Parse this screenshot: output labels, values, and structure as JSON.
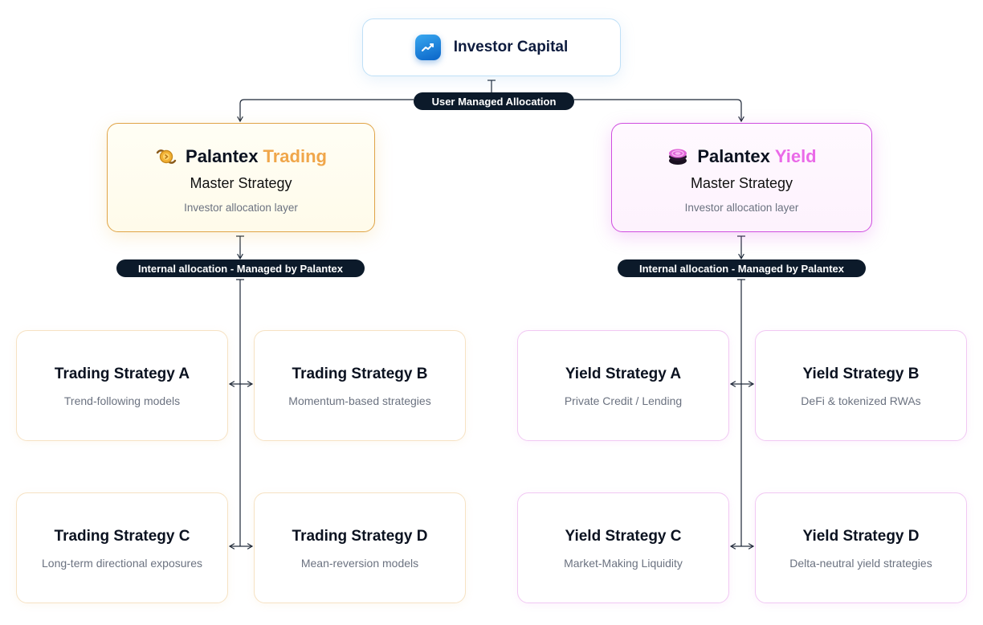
{
  "investor": {
    "title": "Investor Capital",
    "icon": "trend-chart-icon"
  },
  "user_allocation_label": "User Managed Allocation",
  "trading": {
    "brand": "Palantex",
    "accent": "Trading",
    "subtitle": "Master Strategy",
    "description": "Investor allocation layer",
    "internal_label": "Internal allocation - Managed by Palantex",
    "accent_color": "#f0a64a",
    "border_color": "#e0a447",
    "strategies": [
      {
        "title": "Trading Strategy A",
        "desc": "Trend-following models"
      },
      {
        "title": "Trading Strategy B",
        "desc": "Momentum-based strategies"
      },
      {
        "title": "Trading Strategy C",
        "desc": "Long-term directional exposures"
      },
      {
        "title": "Trading Strategy D",
        "desc": "Mean-reversion models"
      }
    ]
  },
  "yield": {
    "brand": "Palantex",
    "accent": "Yield",
    "subtitle": "Master Strategy",
    "description": "Investor allocation layer",
    "internal_label": "Internal allocation - Managed by Palantex",
    "accent_color": "#ea6ae8",
    "border_color": "#d04ee0",
    "strategies": [
      {
        "title": "Yield Strategy A",
        "desc": "Private Credit / Lending"
      },
      {
        "title": "Yield Strategy B",
        "desc": "DeFi & tokenized RWAs"
      },
      {
        "title": "Yield Strategy C",
        "desc": "Market-Making Liquidity"
      },
      {
        "title": "Yield Strategy D",
        "desc": "Delta-neutral yield strategies"
      }
    ]
  }
}
